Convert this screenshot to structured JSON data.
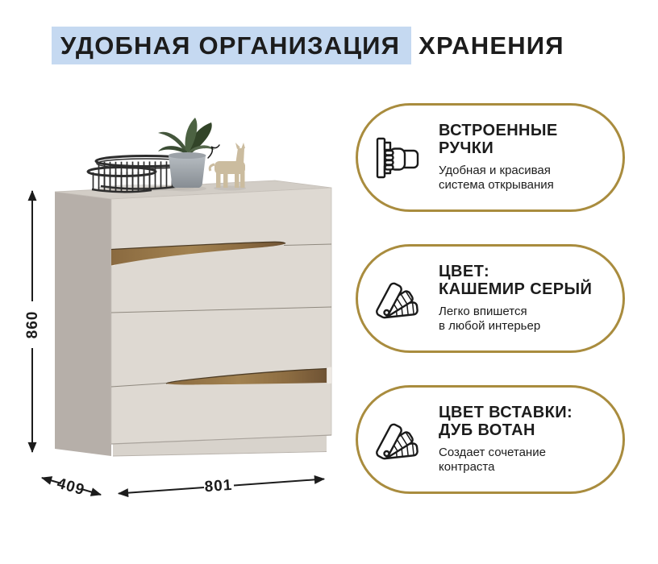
{
  "title": {
    "highlight": "УДОБНАЯ ОРГАНИЗАЦИЯ",
    "rest": "ХРАНЕНИЯ"
  },
  "dimensions": {
    "height": "860",
    "depth": "409",
    "width": "801"
  },
  "callouts": [
    {
      "icon": "hand-grip-handle-icon",
      "title_line1": "ВСТРОЕННЫЕ",
      "title_line2": "РУЧКИ",
      "body_line1": "Удобная и красивая",
      "body_line2": "система открывания"
    },
    {
      "icon": "color-swatch-fan-icon",
      "title_line1": "ЦВЕТ:",
      "title_line2": "КАШЕМИР СЕРЫЙ",
      "body_line1": "Легко впишется",
      "body_line2": "в любой интерьер"
    },
    {
      "icon": "color-swatch-fan-icon",
      "title_line1": "ЦВЕТ ВСТАВКИ:",
      "title_line2": "ДУБ ВОТАН",
      "body_line1": "Создает сочетание",
      "body_line2": "контраста"
    }
  ],
  "colors": {
    "text": "#1c1c1c",
    "highlight_blue": "#c5d9f1",
    "accent_gold": "#a98c3e",
    "dresser_front": "#ded9d2",
    "dresser_side": "#b6afa9",
    "dresser_top": "#d2cdc6",
    "dresser_plinth": "#d8d3cc",
    "wood_insert": "#96764a",
    "basket_wire": "#2d2d2d",
    "pot_gray": "#a7adb3",
    "leaf_green": "#44563c",
    "horse_wood": "#cbbc9f"
  }
}
